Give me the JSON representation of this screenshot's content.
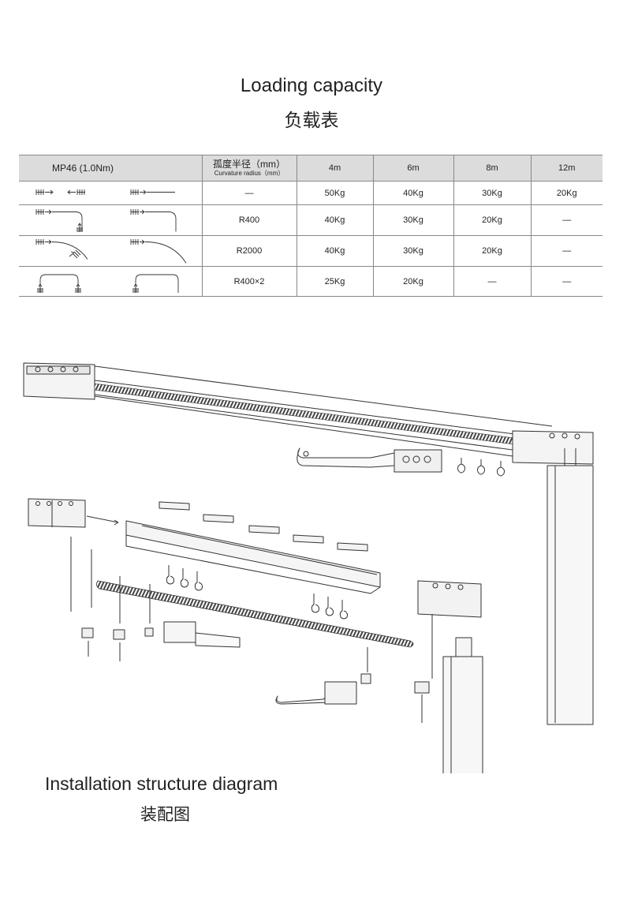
{
  "header": {
    "title_en": "Loading capacity",
    "title_zh": "负载表"
  },
  "table": {
    "col_model": "MP46 (1.0Nm)",
    "col_radius_zh": "孤度半径（mm）",
    "col_radius_en": "Curvature radius（mm）",
    "col_lengths": [
      "4m",
      "6m",
      "8m",
      "12m"
    ],
    "rows": [
      {
        "icon": "straight-track-icon",
        "radius": "—",
        "values": [
          "50Kg",
          "40Kg",
          "30Kg",
          "20Kg"
        ]
      },
      {
        "icon": "r400-bend-track-icon",
        "radius": "R400",
        "values": [
          "40Kg",
          "30Kg",
          "20Kg",
          "—"
        ]
      },
      {
        "icon": "r2000-curve-track-icon",
        "radius": "R2000",
        "values": [
          "40Kg",
          "30Kg",
          "20Kg",
          "—"
        ]
      },
      {
        "icon": "double-bend-track-icon",
        "radius": "R400×2",
        "values": [
          "25Kg",
          "20Kg",
          "—",
          "—"
        ]
      }
    ]
  },
  "diagram": {
    "icon": "installation-structure-diagram"
  },
  "footer": {
    "caption_en": "Installation structure diagram",
    "caption_zh": "装配图"
  }
}
